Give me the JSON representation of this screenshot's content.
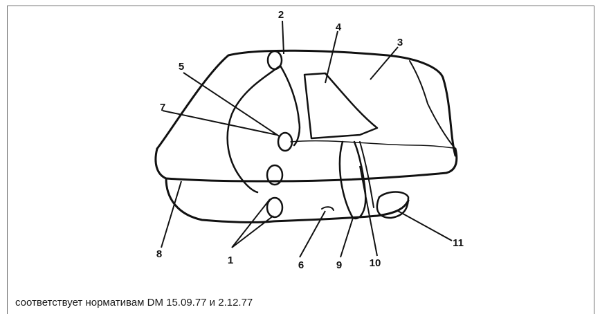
{
  "figure": {
    "callouts": [
      "1",
      "2",
      "3",
      "4",
      "5",
      "6",
      "7",
      "8",
      "9",
      "10",
      "11"
    ]
  },
  "caption": "соответствует нормативам DM 15.09.77 и 2.12.77",
  "colors": {
    "ink": "#111111",
    "frame": "#6b6b6b",
    "background": "#ffffff"
  }
}
